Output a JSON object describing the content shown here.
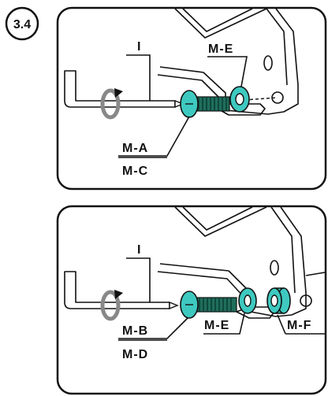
{
  "step": {
    "number": "3.4"
  },
  "panels": [
    {
      "labels": {
        "tool": "I",
        "washer": "M-E",
        "screw_top": "M-A",
        "screw_bottom": "M-C"
      }
    },
    {
      "labels": {
        "tool": "I",
        "washer": "M-E",
        "spacer": "M-F",
        "screw_top": "M-B",
        "screw_bottom": "M-D"
      }
    }
  ],
  "colors": {
    "accent": "#3ec9c0",
    "spring": "#1f6e5c",
    "line": "#111111",
    "background": "#ffffff"
  },
  "icons": {
    "tool": "allen-key-icon",
    "rotation": "rotate-arrow-icon"
  }
}
